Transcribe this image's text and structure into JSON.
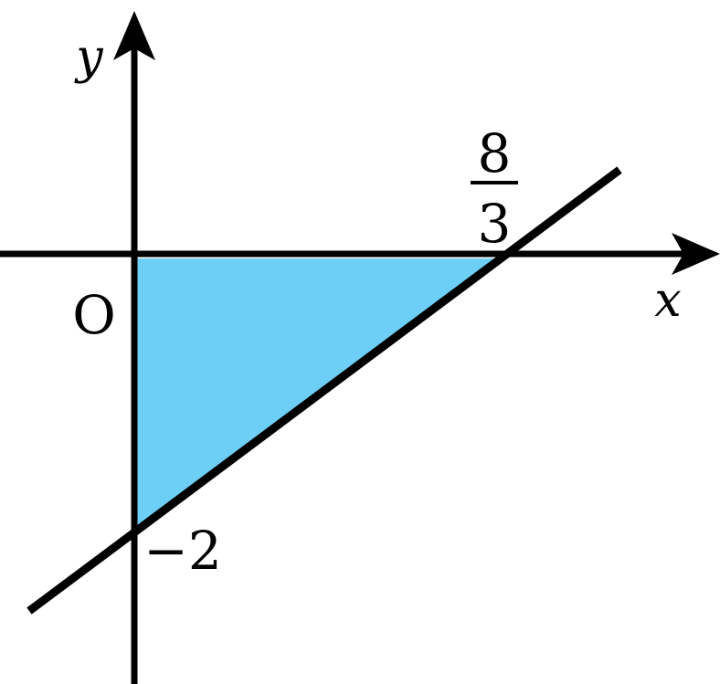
{
  "diagram": {
    "axis_labels": {
      "x": "x",
      "y": "y"
    },
    "origin_label": "O",
    "x_intercept": {
      "numerator": "8",
      "denominator": "3"
    },
    "y_intercept_label": "−2",
    "colors": {
      "region_fill": "#6dcff6",
      "stroke": "#000000"
    }
  }
}
